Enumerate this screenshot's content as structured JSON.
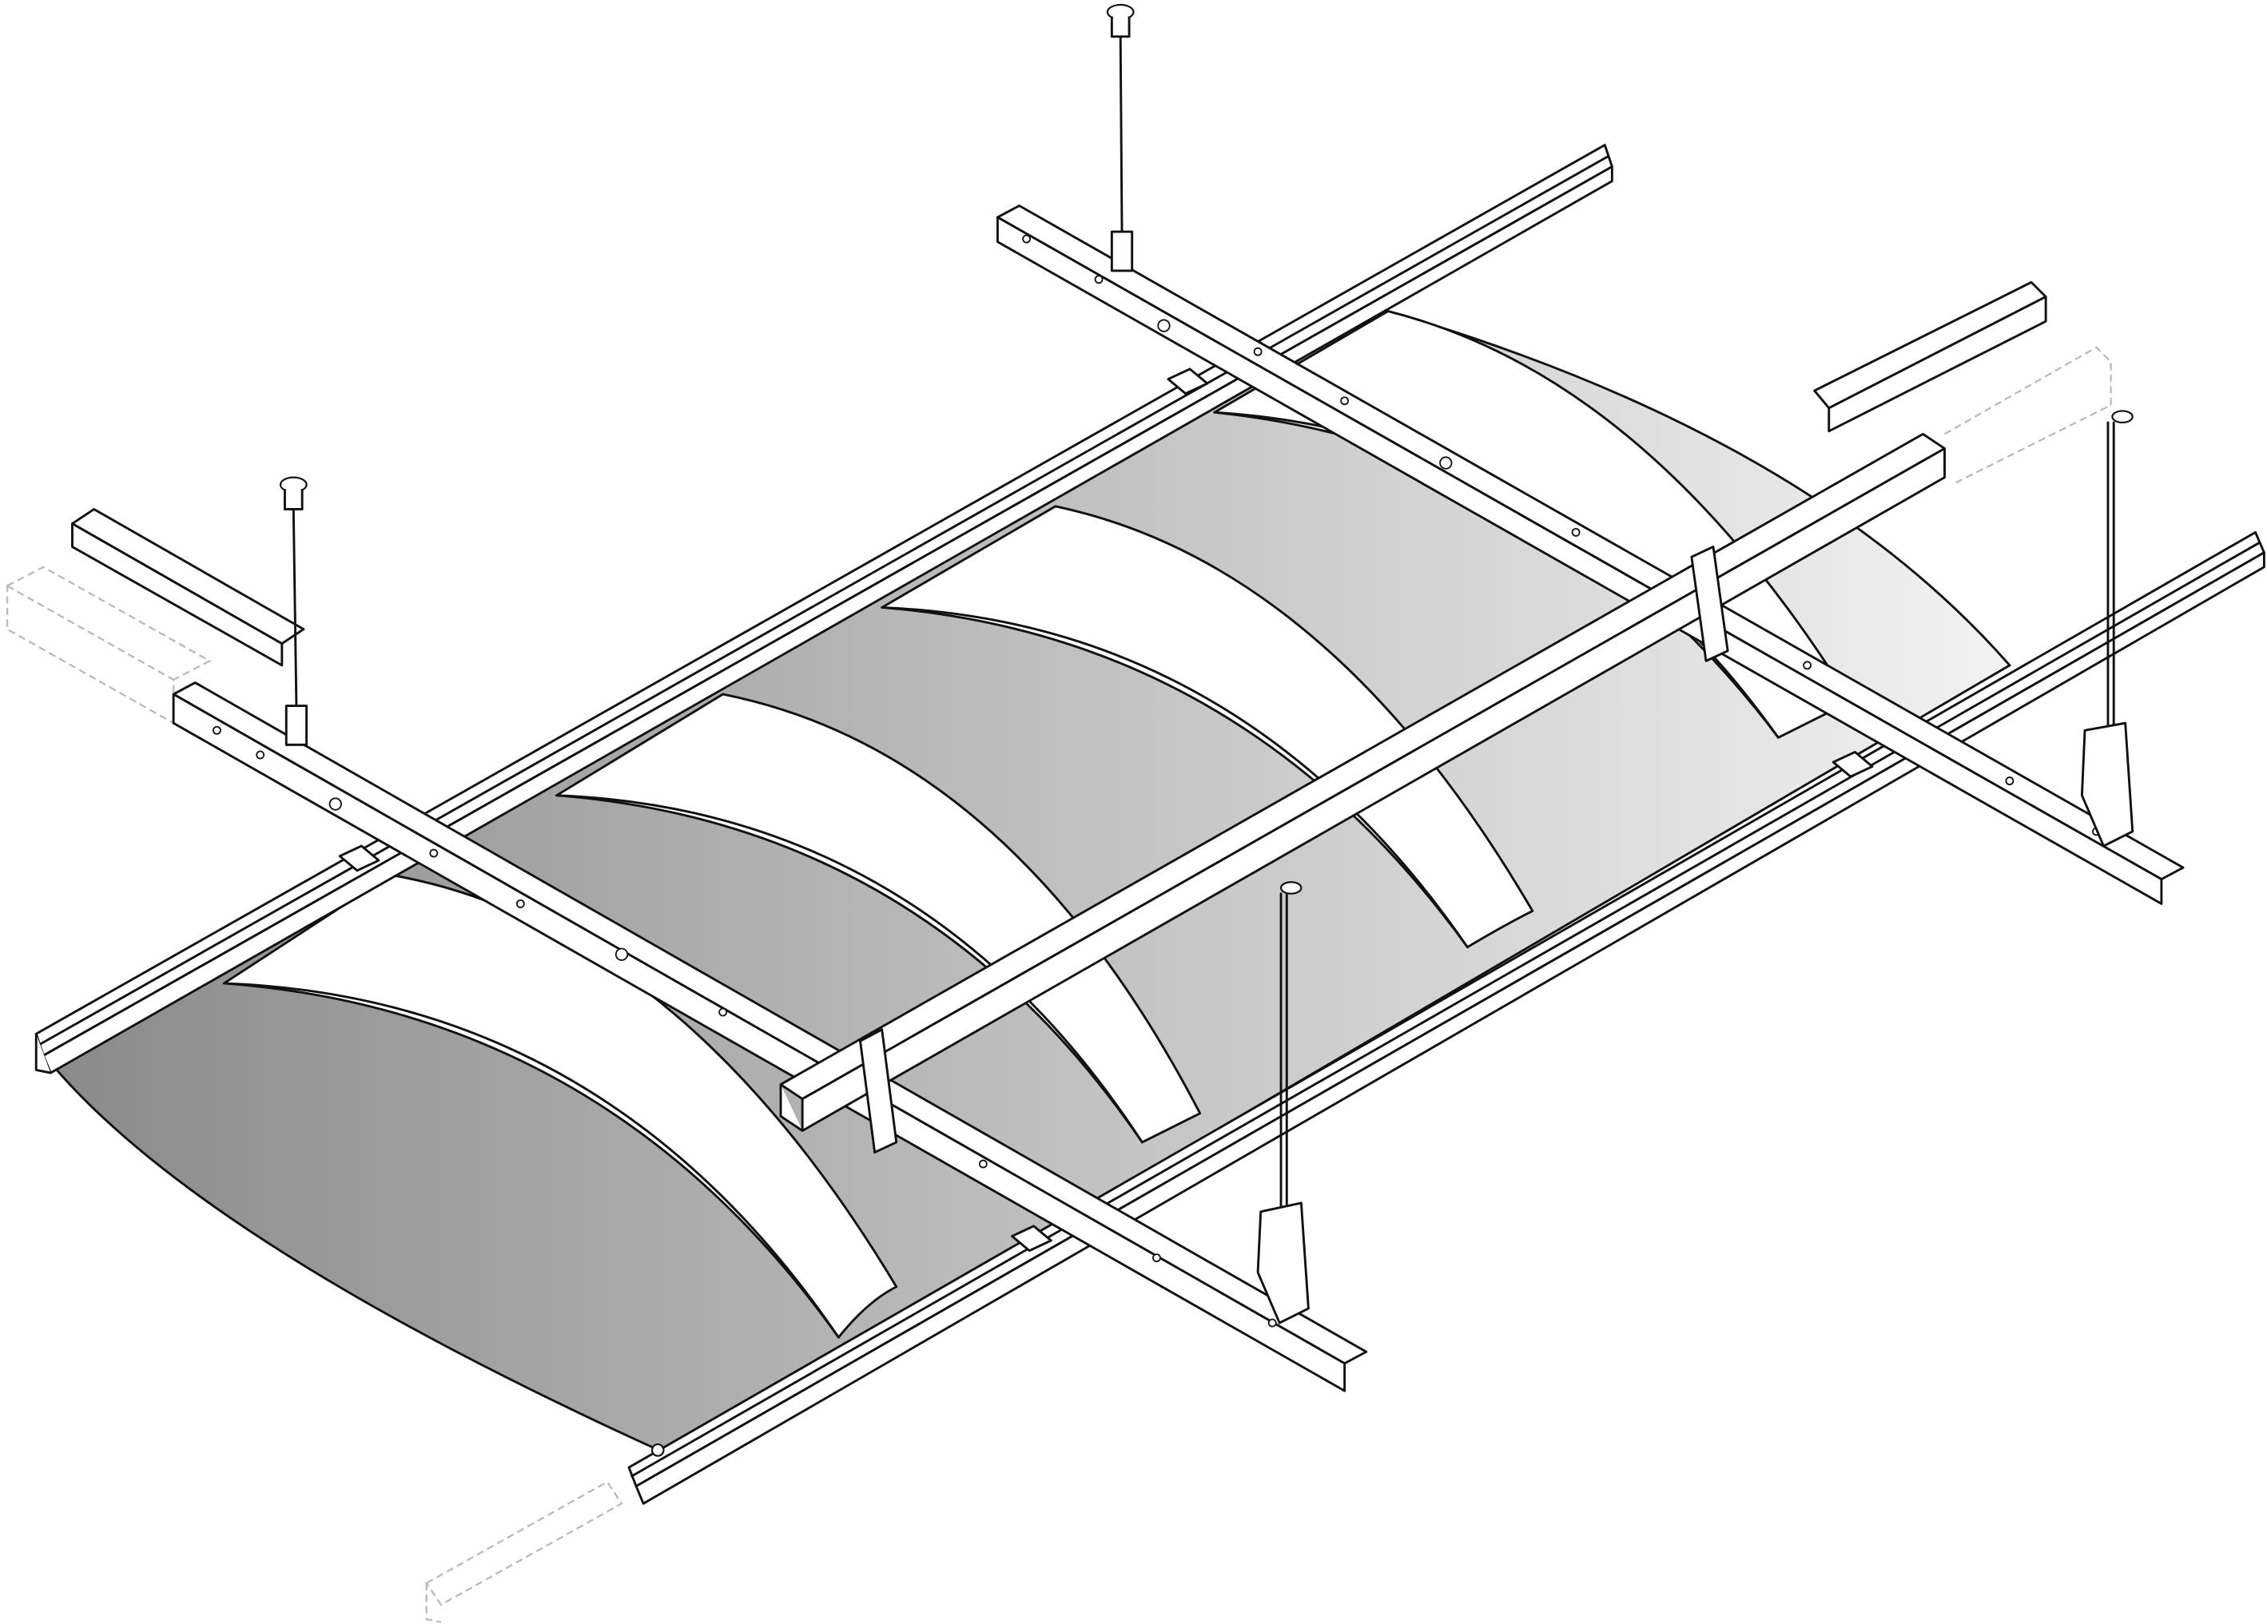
{
  "diagram": {
    "kind": "isometric ceiling suspension system",
    "colors": {
      "line": "#111111",
      "panel_dark": "#8f8f8f",
      "panel_light": "#ffffff",
      "ghost_parts": "#bbbbbb",
      "background": "#ffffff"
    },
    "components": [
      "suspension-wire-hanger",
      "rod-hanger-clip",
      "carrier-channel",
      "cross-tee-bar",
      "long-rail",
      "curved-panel",
      "wall-bracket",
      "connector-splice"
    ]
  }
}
